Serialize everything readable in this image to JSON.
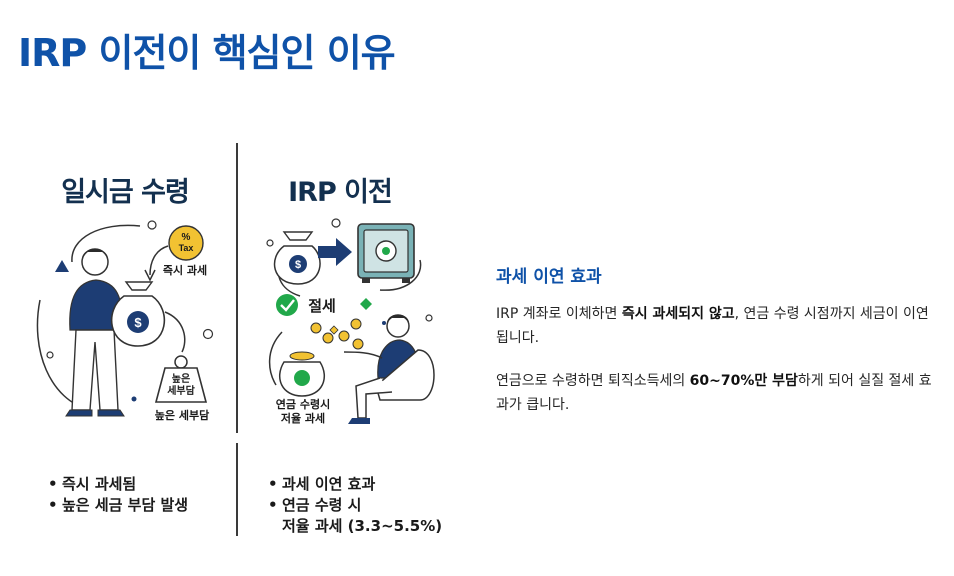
{
  "page": {
    "title": "IRP 이전이 핵심인 이유"
  },
  "left_column": {
    "title": "일시금 수령",
    "tax_badge_line1": "%",
    "tax_badge_line2": "Tax",
    "label_immediate_tax": "즉시 과세",
    "weight_label_line1": "높은",
    "weight_label_line2": "세부담",
    "label_high_burden": "높은 세부담",
    "bullets": [
      "즉시 과세됨",
      "높은 세금 부담 발생"
    ]
  },
  "right_column": {
    "title": "IRP 이전",
    "label_saving": "절세",
    "jar_label_line1": "연금 수령시",
    "jar_label_line2": "저율 과세",
    "bullets": [
      "과세 이연 효과",
      "연금 수령 시",
      "저율 과세 (3.3~5.5%)"
    ]
  },
  "panel": {
    "title": "과세 이연 효과",
    "p1_a": "IRP 계좌로 이체하면 ",
    "p1_b": "즉시 과세되지 않고",
    "p1_c": ", 연금 수령 시점까지 세금이 이연됩니다.",
    "p2_a": "연금으로 수령하면 퇴직소득세의 ",
    "p2_b": "60~70%만 부담",
    "p2_c": "하게 되어 실질 절세 효과가 큽니다."
  },
  "colors": {
    "accent": "#0f52a8",
    "navy": "#1d3d74",
    "gold": "#f2c232",
    "green": "#21a84a",
    "teal": "#7ab2b6"
  }
}
